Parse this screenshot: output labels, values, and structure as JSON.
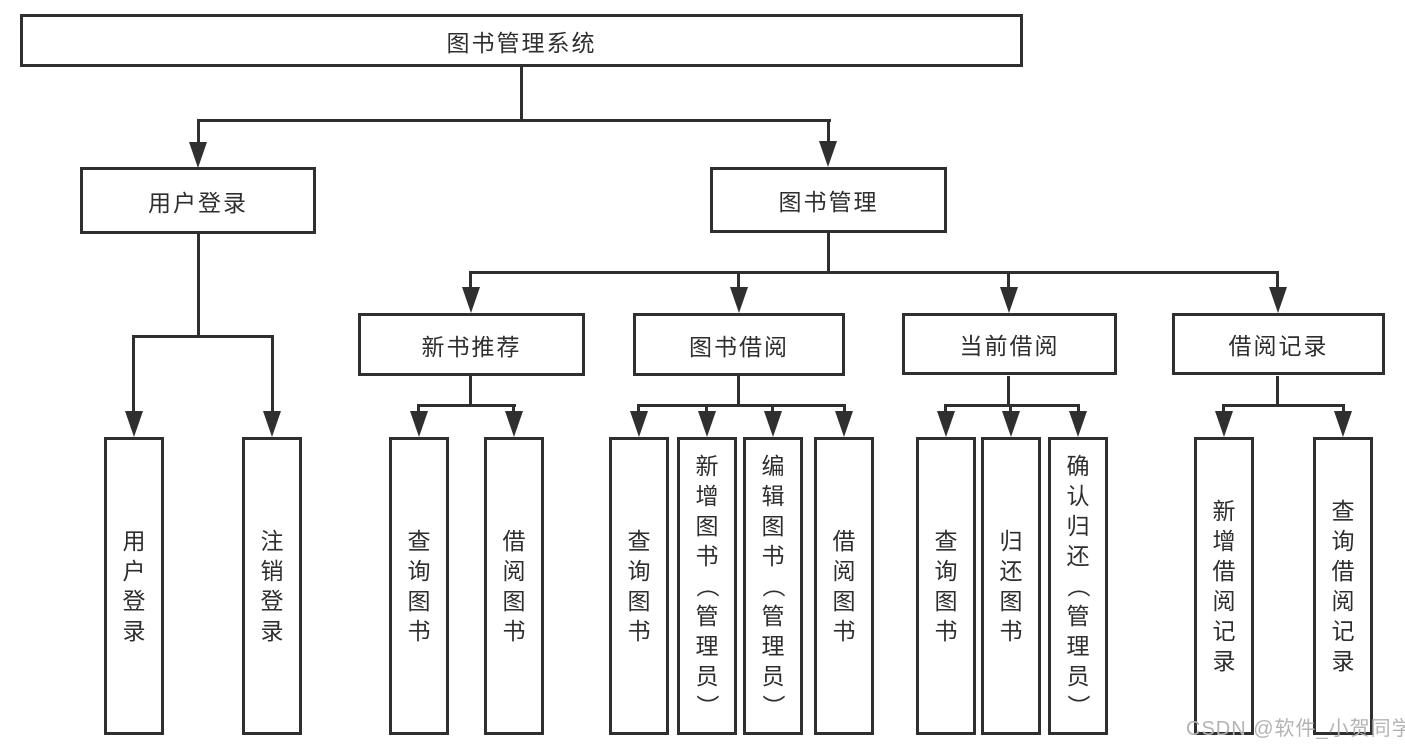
{
  "tree": {
    "root": "图书管理系统",
    "login": {
      "label": "用户登录",
      "children": [
        "用户登录",
        "注销登录"
      ]
    },
    "mgmt": {
      "label": "图书管理"
    },
    "new_books": {
      "label": "新书推荐",
      "children": [
        "查询图书",
        "借阅图书"
      ]
    },
    "borrow": {
      "label": "图书借阅",
      "children": [
        "查询图书",
        "新增图书（管理员）",
        "编辑图书（管理员）",
        "借阅图书"
      ]
    },
    "current": {
      "label": "当前借阅",
      "children": [
        "查询图书",
        "归还图书",
        "确认归还（管理员）"
      ]
    },
    "records": {
      "label": "借阅记录",
      "children": [
        "新增借阅记录",
        "查询借阅记录"
      ]
    }
  },
  "watermark": {
    "text": "CSDN @软件_小贺同学"
  },
  "colors": {
    "line": "#2f2f2f",
    "text": "#2e2e2e",
    "box_fill": "#ffffff",
    "watermark": "#b3b3b3",
    "background": "#ffffff"
  }
}
